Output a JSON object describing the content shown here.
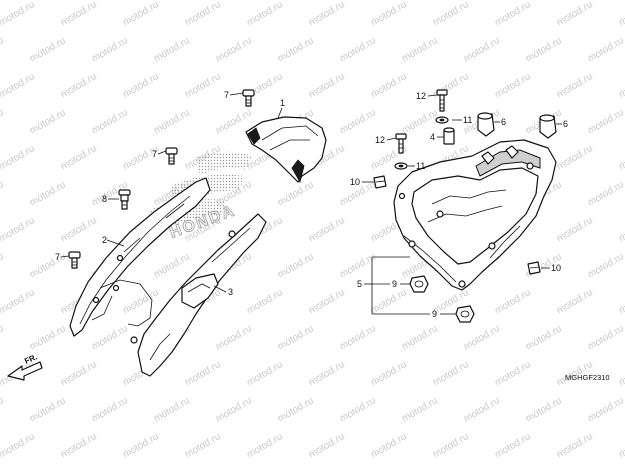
{
  "diagram": {
    "callouts": {
      "c1": "1",
      "c2": "2",
      "c3": "3",
      "c4": "4",
      "c5": "5",
      "c6a": "6",
      "c6b": "6",
      "c7a": "7",
      "c7b": "7",
      "c7c": "7",
      "c8": "8",
      "c9a": "9",
      "c9b": "9",
      "c10a": "10",
      "c10b": "10",
      "c11a": "11",
      "c11b": "11",
      "c12a": "12",
      "c12b": "12"
    },
    "brand_emblem": "HONDA",
    "front_arrow": "FR.",
    "drawing_code": "MGHGF2310",
    "watermark_text": "motod.ru",
    "colors": {
      "ink": "#111111",
      "watermark": "#c9c9c9",
      "background": "#ffffff"
    }
  }
}
